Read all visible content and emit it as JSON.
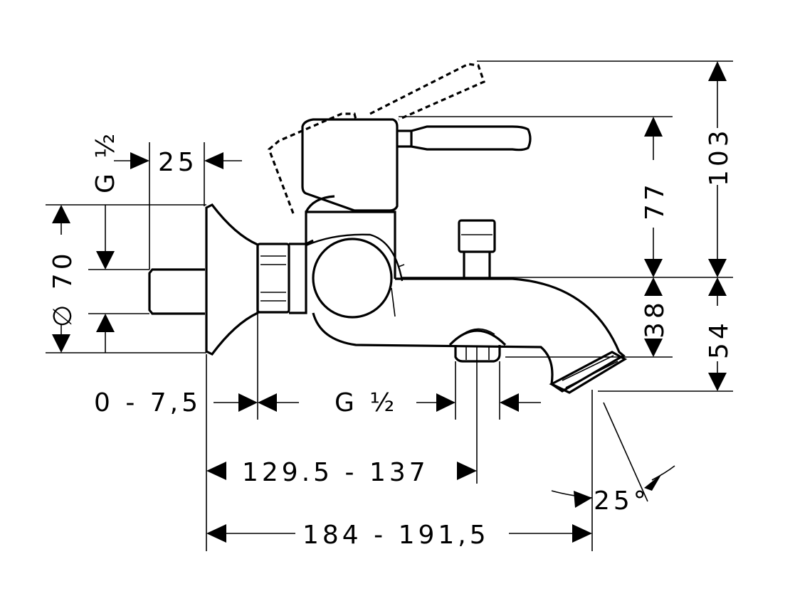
{
  "drawing": {
    "labels": {
      "g_half_top": "G ½",
      "dim_25": "25",
      "dim_70": "∅ 70",
      "dim_77": "77",
      "dim_103": "103",
      "dim_38": "38",
      "dim_54": "54",
      "dim_0_7_5": "0 - 7,5",
      "g_half_bottom": "G ½",
      "dim_129_137": "129.5 - 137",
      "dim_184_191": "184 - 191,5",
      "angle_25": "25°"
    }
  }
}
